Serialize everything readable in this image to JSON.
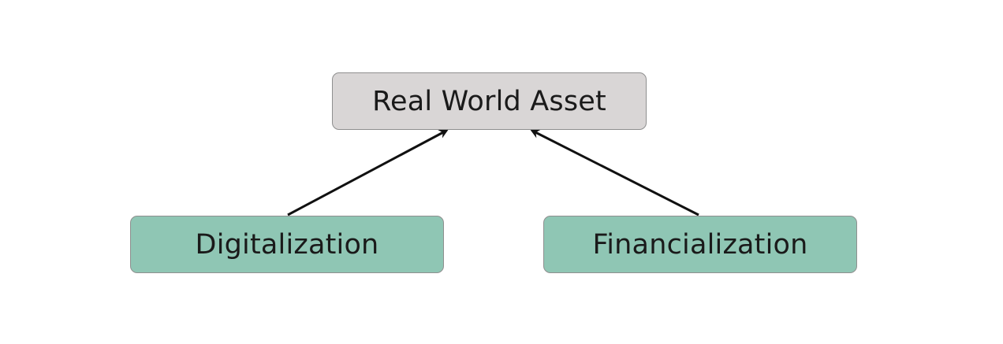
{
  "diagram": {
    "nodes": {
      "top": {
        "label": "Real World Asset",
        "fill": "#d9d6d6"
      },
      "left": {
        "label": "Digitalization",
        "fill": "#8fc6b4"
      },
      "right": {
        "label": "Financialization",
        "fill": "#8fc6b4"
      }
    },
    "edges": [
      {
        "from": "Digitalization",
        "to": "Real World Asset"
      },
      {
        "from": "Financialization",
        "to": "Real World Asset"
      }
    ],
    "colors": {
      "arrow": "#111111",
      "border": "#8f8f8f",
      "text": "#1a1a1a"
    }
  }
}
